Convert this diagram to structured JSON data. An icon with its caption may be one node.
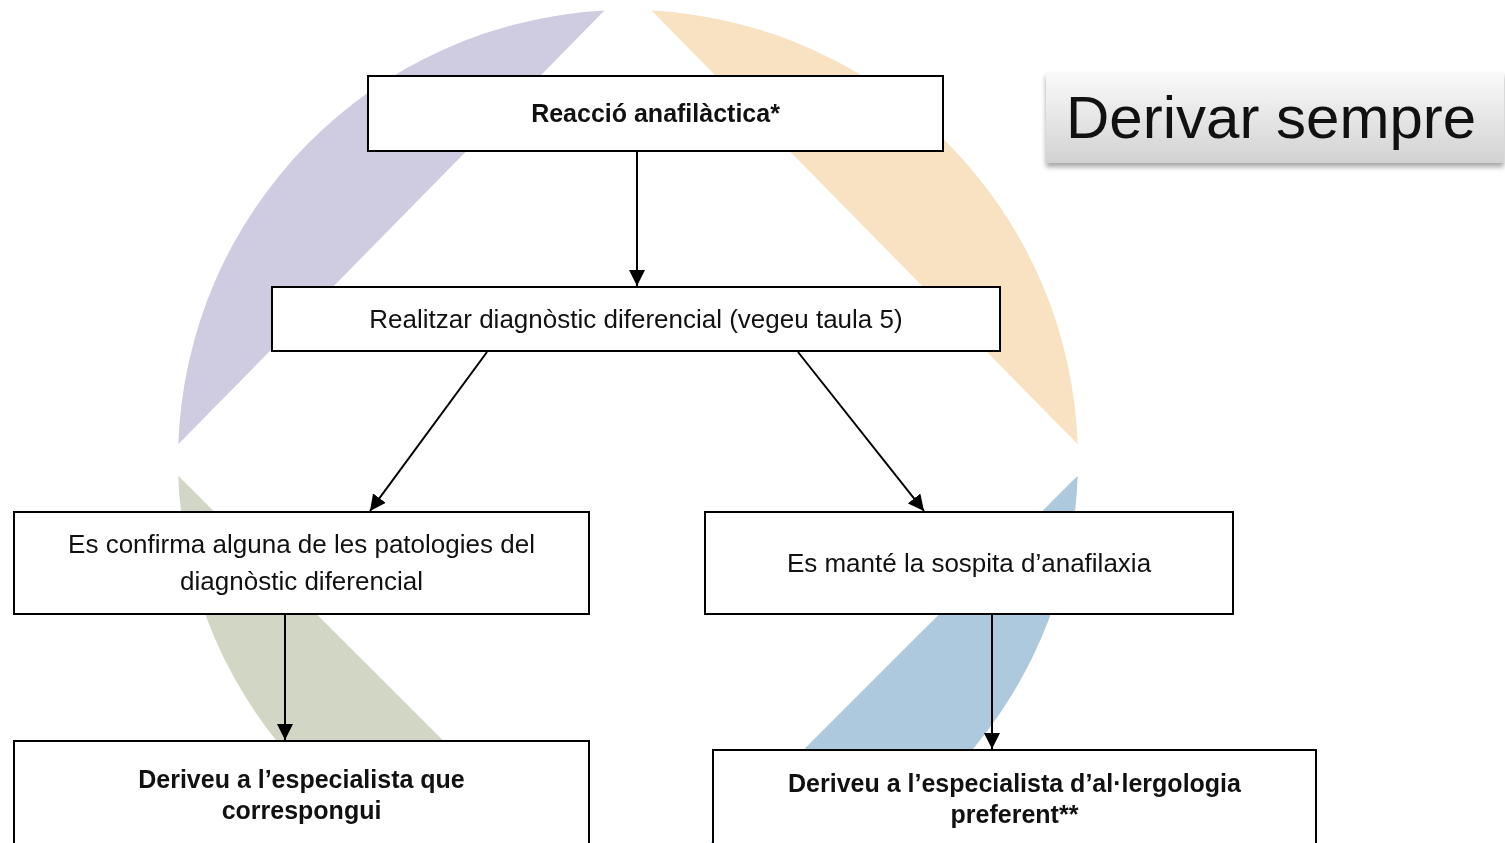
{
  "diagram": {
    "nodes": [
      {
        "text": [
          "Reacció anafilàctica*"
        ]
      },
      {
        "text": [
          "Realitzar diagnòstic diferencial (vegeu taula 5)"
        ]
      },
      {
        "text": [
          "Es confirma alguna de les patologies del diagnòstic diferencial"
        ]
      },
      {
        "text": [
          "Es manté la sospita d’anafilaxia"
        ]
      },
      {
        "text": [
          "Deriveu a l’especialista que correspongui"
        ]
      },
      {
        "text": [
          "Deriveu a l’especialista d’al·lergologia preferent**"
        ]
      }
    ],
    "edges": [
      {
        "from": 0,
        "to": 1,
        "arrow": "to"
      },
      {
        "from": 1,
        "to": 2,
        "arrow": "to"
      },
      {
        "from": 1,
        "to": 3,
        "arrow": "to"
      },
      {
        "from": 2,
        "to": 4,
        "arrow": "to"
      },
      {
        "from": 3,
        "to": 5,
        "arrow": "to"
      }
    ],
    "labels": [
      "Derivar sempre"
    ]
  }
}
